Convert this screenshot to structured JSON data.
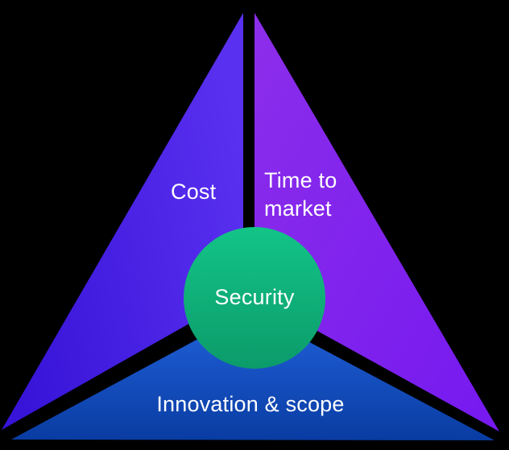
{
  "diagram": {
    "title": "project-tradeoff-triangle",
    "labels": {
      "cost": "Cost",
      "time_to_market_line1": "Time to",
      "time_to_market_line2": "market",
      "security": "Security",
      "innovation_scope": "Innovation & scope"
    },
    "colors": {
      "background": "#000000",
      "left_triangle_start": "#3714D8",
      "left_triangle_end": "#5A30F0",
      "right_triangle_start": "#8C2EEA",
      "right_triangle_end": "#7519F0",
      "bottom_triangle_start": "#2263DD",
      "bottom_triangle_end": "#093CA2",
      "circle_top": "#12C487",
      "circle_bottom": "#0C9B6A",
      "label_text": "#FFFFFF"
    }
  }
}
